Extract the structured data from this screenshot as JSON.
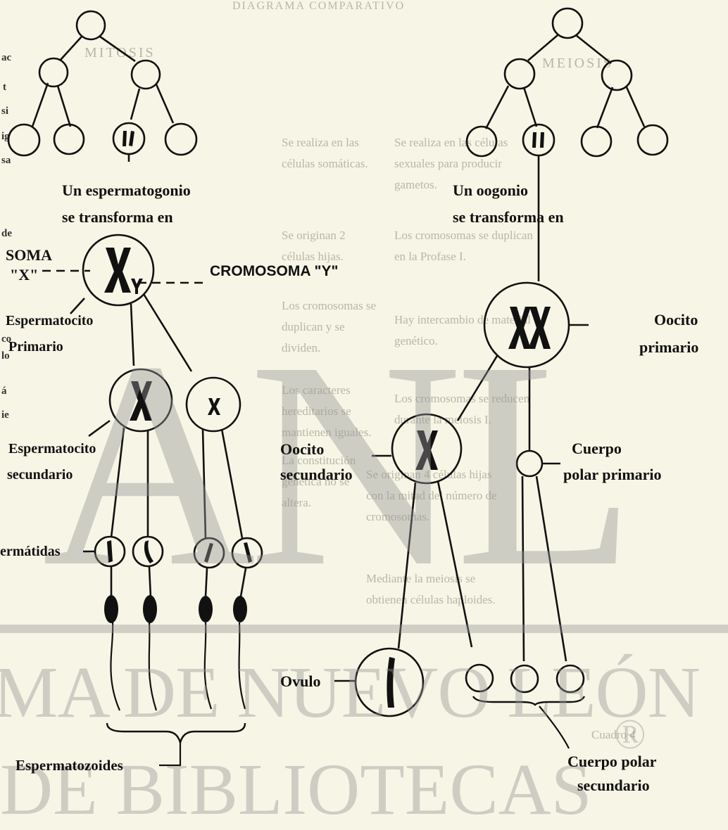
{
  "background": {
    "header_line": "DIAGRAMA COMPARATIVO",
    "col_left": "MITOSIS",
    "col_right": "MEIOSIS",
    "paragraphs_right": [
      "Se realiza en las células somáticas.",
      "Se originan 2 células hijas.",
      "Los cromosomas se duplican y se dividen.",
      "Los caracteres hereditarios se mantienen iguales.",
      "La constitución genética no se altera."
    ],
    "paragraphs_left": [
      "Se realiza en las células sexuales para producir gametos.",
      "Los cromosomas se duplican en la Profase I.",
      "Hay intercambio de material genético.",
      "Los cromosomas se reducen durante la meiosis I.",
      "Se originan 4 células hijas con la mitad del número de cromosomas.",
      "Mediante la meiosis se obtienen células haploides."
    ],
    "caption": "Cuadro 4"
  },
  "labels": {
    "spermatogonium_1": "Un espermatogonio",
    "spermatogonium_2": "se transforma en",
    "chromosome_x_1": "SOMA",
    "chromosome_x_2": "\"X\"",
    "chromosome_y": "CROMOSOMA  \"Y\"",
    "primary_spermatocyte_1": "Espermatocito",
    "primary_spermatocyte_2": "Primario",
    "secondary_spermatocyte_1": "Espermatocito",
    "secondary_spermatocyte_2": "secundario",
    "spermatids": "ermátidas",
    "spermatozoa": "Espermatozoides",
    "oogonium_1": "Un oogonio",
    "oogonium_2": "se transforma en",
    "primary_oocyte_1": "Oocito",
    "primary_oocyte_2": "primario",
    "secondary_oocyte_1": "Oocito",
    "secondary_oocyte_2": "secundario",
    "first_polar_body_1": "Cuerpo",
    "first_polar_body_2": "polar primario",
    "ovum": "Ovulo",
    "second_polar_body_1": "Cuerpo polar",
    "second_polar_body_2": "secundario"
  },
  "watermark": {
    "letters": "ANL",
    "line1": "MA DE NUEVO LEÓN",
    "line2": "DE BIBLIOTECAS",
    "registered": "®"
  },
  "edge_fragments": [
    "ac",
    "t",
    "si",
    "ig",
    "sa",
    "de",
    "co",
    "lo",
    "á",
    "ie"
  ]
}
